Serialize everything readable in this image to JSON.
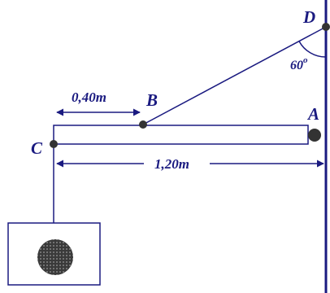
{
  "diagram": {
    "points": {
      "A": "A",
      "B": "B",
      "C": "C",
      "D": "D"
    },
    "dimensions": {
      "cb": "0,40m",
      "ca": "1,20m"
    },
    "angle": {
      "value": "60",
      "unit": "o"
    },
    "colors": {
      "line": "#1a1a80",
      "label": "#1a1a80",
      "pivot": "#333333",
      "wall": "#1a1a80"
    }
  }
}
